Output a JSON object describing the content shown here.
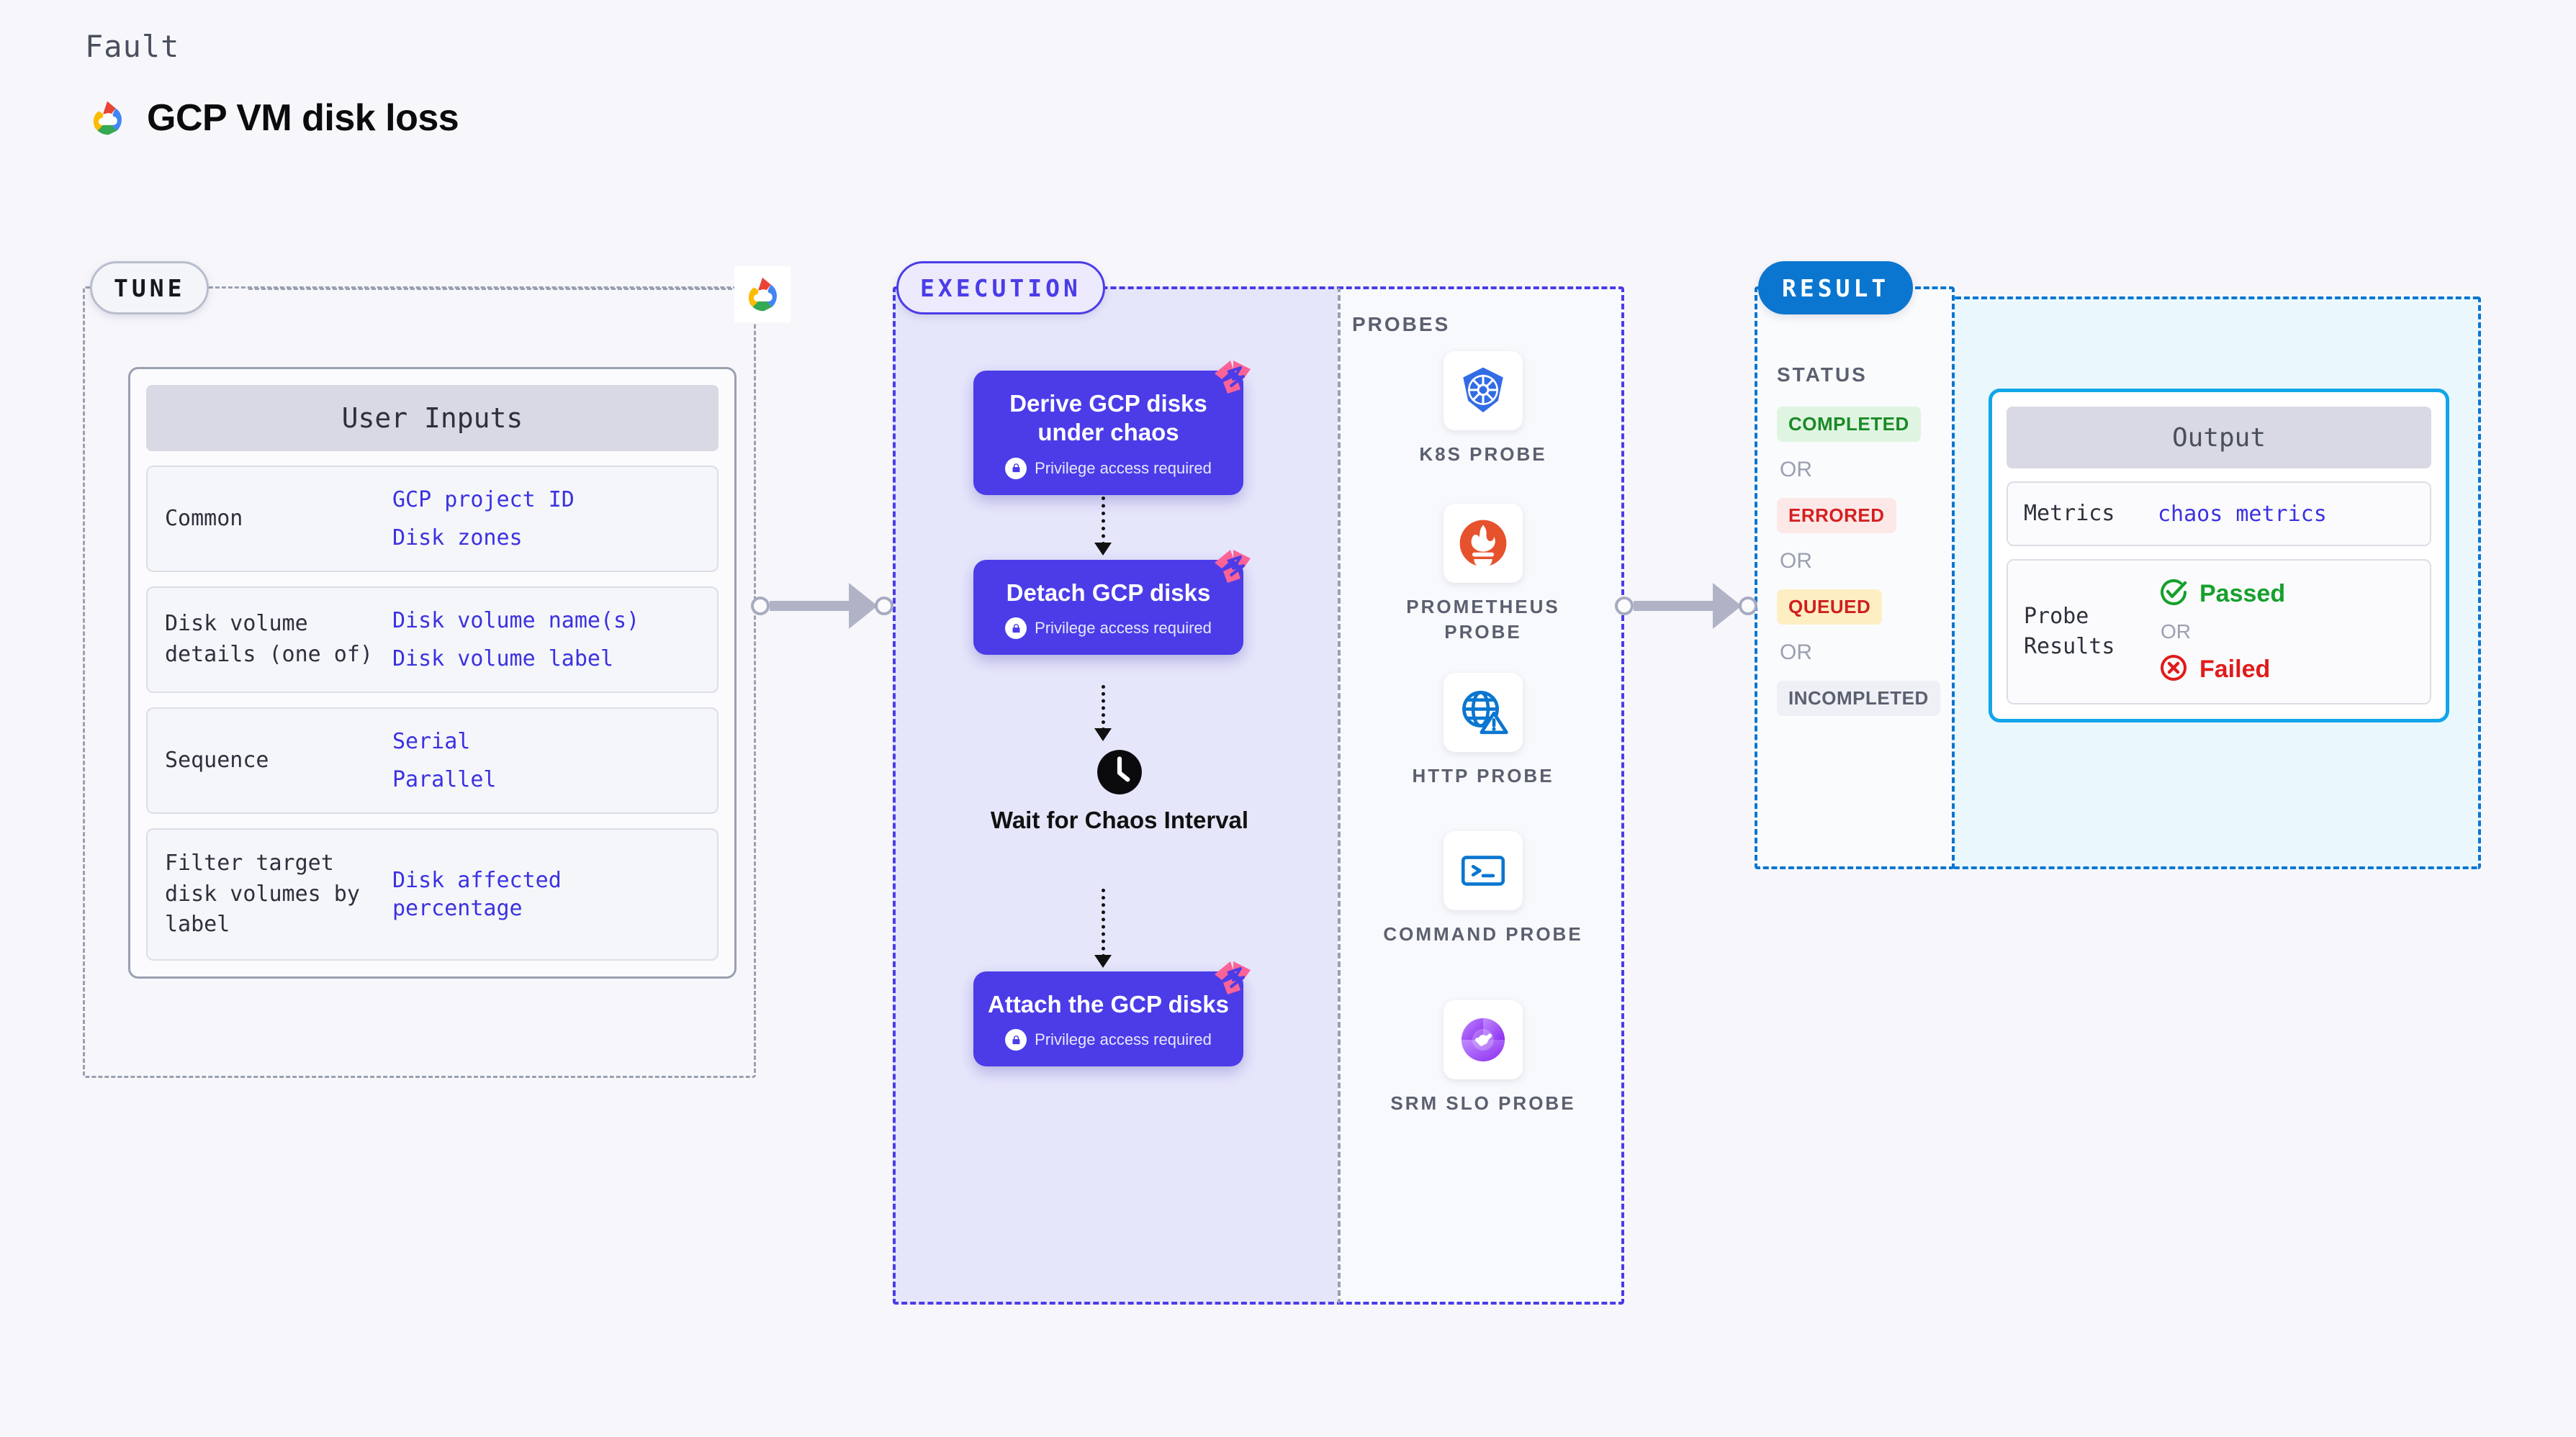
{
  "header": {
    "eyebrow": "Fault",
    "title": "GCP VM disk loss",
    "logo_icon": "gcp-cloud-icon"
  },
  "tune": {
    "pill_label": "TUNE",
    "edge_icon": "gcp-cloud-icon",
    "card_title": "User Inputs",
    "rows": [
      {
        "label": "Common",
        "values": [
          "GCP project ID",
          "Disk zones"
        ]
      },
      {
        "label": "Disk volume details (one of)",
        "values": [
          "Disk volume name(s)",
          "Disk volume label"
        ]
      },
      {
        "label": "Sequence",
        "values": [
          "Serial",
          "Parallel"
        ]
      },
      {
        "label": "Filter target disk volumes by label",
        "values": [
          "Disk affected percentage"
        ]
      }
    ]
  },
  "execution": {
    "pill_label": "EXECUTION",
    "privilege_text": "Privilege access required",
    "privilege_icon": "lock-icon",
    "badge_icon": "litmus-chaos-icon",
    "steps": [
      {
        "title": "Derive GCP disks under chaos",
        "privileged": true
      },
      {
        "title": "Detach GCP disks",
        "privileged": true
      },
      {
        "title": "Attach the GCP disks",
        "privileged": true
      }
    ],
    "wait_node": {
      "label": "Wait for Chaos Interval",
      "icon": "clock-icon"
    }
  },
  "probes": {
    "title": "PROBES",
    "items": [
      {
        "label": "K8S PROBE",
        "icon": "kubernetes-icon"
      },
      {
        "label": "PROMETHEUS PROBE",
        "icon": "prometheus-icon"
      },
      {
        "label": "HTTP PROBE",
        "icon": "http-globe-icon"
      },
      {
        "label": "COMMAND PROBE",
        "icon": "terminal-icon"
      },
      {
        "label": "SRM SLO PROBE",
        "icon": "srm-slo-icon"
      }
    ]
  },
  "result": {
    "pill_label": "RESULT",
    "status_title": "STATUS",
    "or_label": "OR",
    "statuses": [
      {
        "label": "COMPLETED",
        "bg": "#dff5e1",
        "fg": "#1a8a26"
      },
      {
        "label": "ERRORED",
        "bg": "#fde8e8",
        "fg": "#d42020"
      },
      {
        "label": "QUEUED",
        "bg": "#fdefc3",
        "fg": "#cf1f1f"
      },
      {
        "label": "INCOMPLETED",
        "bg": "#eef0f5",
        "fg": "#5b6070"
      }
    ],
    "output": {
      "header": "Output",
      "metrics_label": "Metrics",
      "metrics_value": "chaos metrics",
      "probe_results_label": "Probe Results",
      "passed_label": "Passed",
      "failed_label": "Failed",
      "passed_icon": "check-circle-icon",
      "failed_icon": "x-circle-icon",
      "or_label": "OR"
    }
  },
  "colors": {
    "background": "#f7f7fb",
    "execution_fill": "#e6e6fb",
    "execution_accent": "#4b3ce8",
    "result_accent": "#0b76d0",
    "output_accent": "#12a5e8",
    "link": "#3b32e0",
    "muted": "#9aa0b0"
  }
}
